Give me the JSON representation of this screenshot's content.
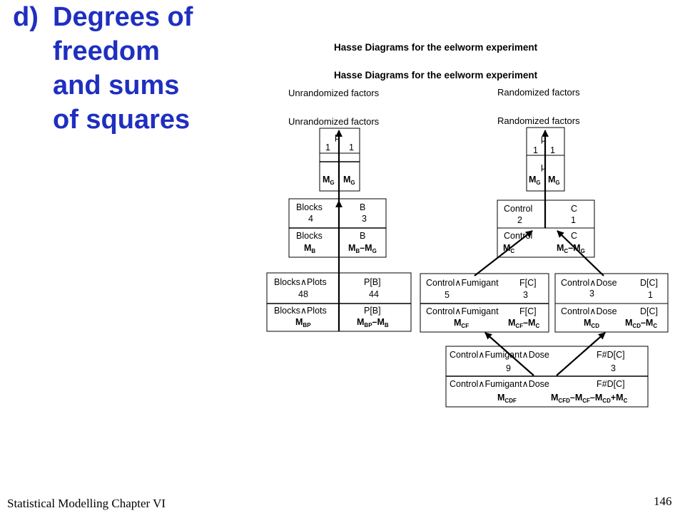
{
  "heading": {
    "marker": "d)",
    "lines": [
      "Degrees of",
      "freedom",
      "and sums",
      "of squares"
    ]
  },
  "diagram": {
    "title": "Hasse Diagrams for the eelworm experiment",
    "unrandomized_caption": "Unrandomized factors",
    "randomized_caption": "Randomized factors",
    "unrandomized": {
      "mean": {
        "symbol": "μ",
        "df_left": "1",
        "df_right": "1",
        "ss_left": "M",
        "ss_left_sub": "G",
        "ss_right": "M",
        "ss_right_sub": "G"
      },
      "blocks": {
        "name": "Blocks",
        "term": "B",
        "levels": "4",
        "df": "3",
        "ss_left": "M",
        "ss_left_sub": "B",
        "ss_right": "M",
        "ss_right_sub": "B",
        "ss_right_rest": "–M",
        "ss_right_rest_sub": "G"
      },
      "plots": {
        "name": "Blocks∧Plots",
        "term": "P[B]",
        "levels": "48",
        "df": "44",
        "ss_left": "M",
        "ss_left_sub": "BP",
        "ss_right": "M",
        "ss_right_sub": "BP",
        "ss_right_rest": "–M",
        "ss_right_rest_sub": "B"
      }
    },
    "randomized": {
      "mean": {
        "symbol": "μ",
        "df_left": "1",
        "df_right": "1",
        "ss_left": "M",
        "ss_left_sub": "G",
        "ss_right": "M",
        "ss_right_sub": "G"
      },
      "control": {
        "name": "Control",
        "term": "C",
        "levels": "2",
        "df": "1",
        "ss_left": "M",
        "ss_left_sub": "C",
        "ss_right": "M",
        "ss_right_sub": "C",
        "ss_right_rest": "–M",
        "ss_right_rest_sub": "G"
      },
      "fumigant": {
        "name": "Control∧Fumigant",
        "term": "F[C]",
        "levels": "5",
        "df": "3",
        "ss_left": "M",
        "ss_left_sub": "CF",
        "ss_right": "M",
        "ss_right_sub": "CF",
        "ss_right_rest": "–M",
        "ss_right_rest_sub": "C"
      },
      "dose": {
        "name": "Control∧Dose",
        "term": "D[C]",
        "levels": "3",
        "df": "1",
        "ss_left": "M",
        "ss_left_sub": "CD",
        "ss_right": "M",
        "ss_right_sub": "CD",
        "ss_right_rest": "–M",
        "ss_right_rest_sub": "C"
      },
      "fumigant_dose": {
        "name": "Control∧Fumigant∧Dose",
        "term": "F#D[C]",
        "levels": "9",
        "df": "3",
        "ss_left": "M",
        "ss_left_sub": "CDF",
        "ss_right": "M",
        "ss_right_sub": "CFD",
        "ss_m2": "–M",
        "ss_m2_sub": "CF",
        "ss_m3": "–M",
        "ss_m3_sub": "CD",
        "ss_m4": "+M",
        "ss_m4_sub": "C"
      }
    }
  },
  "footer": {
    "left": "Statistical Modelling   Chapter VI",
    "page": "146"
  }
}
